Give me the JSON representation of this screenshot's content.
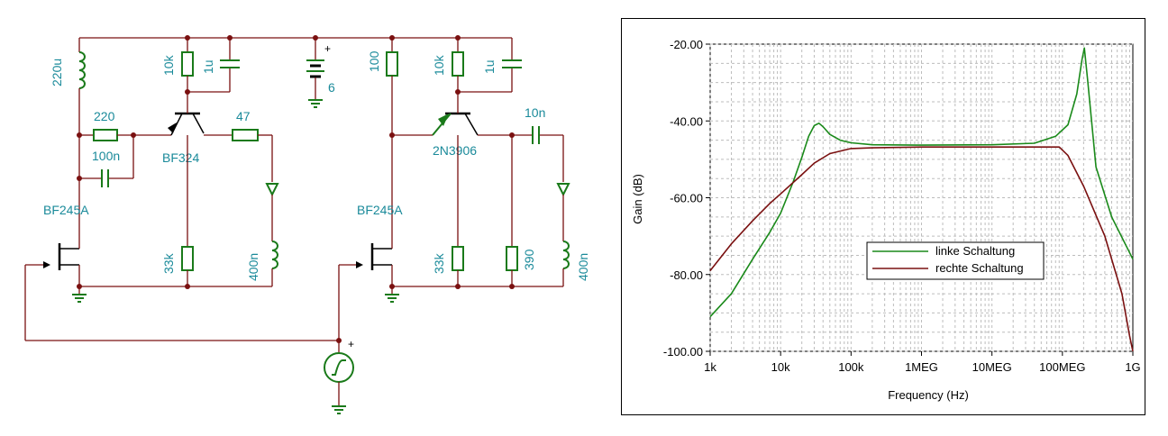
{
  "schematic": {
    "left_circuit": {
      "inductor_top": "220u",
      "resistor_collector": "10k",
      "capacitor_collector": "1u",
      "resistor_base": "220",
      "capacitor_base": "100n",
      "transistor_bjt": "BF324",
      "resistor_emitter_out": "47",
      "resistor_bias": "33k",
      "inductor_out": "400n",
      "transistor_jfet": "BF245A"
    },
    "right_circuit": {
      "resistor_drain": "100",
      "resistor_collector": "10k",
      "capacitor_collector": "1u",
      "transistor_bjt": "2N3906",
      "capacitor_coupling": "10n",
      "resistor_bias": "33k",
      "resistor_load": "390",
      "inductor_out": "400n",
      "transistor_jfet": "BF245A"
    },
    "battery_value": "6",
    "battery_plus": "+",
    "source_plus": "+"
  },
  "chart_data": {
    "type": "line",
    "xlabel": "Frequency (Hz)",
    "ylabel": "Gain (dB)",
    "x_scale": "log",
    "xlim": [
      1000,
      1000000000
    ],
    "ylim": [
      -100,
      -20
    ],
    "x_ticks": [
      {
        "value": 1000,
        "label": "1k"
      },
      {
        "value": 10000,
        "label": "10k"
      },
      {
        "value": 100000,
        "label": "100k"
      },
      {
        "value": 1000000,
        "label": "1MEG"
      },
      {
        "value": 10000000,
        "label": "10MEG"
      },
      {
        "value": 100000000,
        "label": "100MEG"
      },
      {
        "value": 1000000000,
        "label": "1G"
      }
    ],
    "y_ticks": [
      {
        "value": -20,
        "label": "-20.00"
      },
      {
        "value": -40,
        "label": "-40.00"
      },
      {
        "value": -60,
        "label": "-60.00"
      },
      {
        "value": -80,
        "label": "-80.00"
      },
      {
        "value": -100,
        "label": "-100.00"
      }
    ],
    "grid": true,
    "legend_position": "center-right",
    "series": [
      {
        "name": "linke Schaltung",
        "color": "#1a8a1a",
        "x": [
          1000,
          2000,
          4000,
          7000,
          10000,
          15000,
          20000,
          25000,
          30000,
          35000,
          40000,
          50000,
          70000,
          100000,
          200000,
          1000000,
          10000000,
          40000000,
          80000000,
          120000000,
          160000000,
          190000000,
          205000000,
          230000000,
          300000000,
          500000000,
          1000000000
        ],
        "y": [
          -91,
          -85,
          -76,
          -69,
          -64,
          -56,
          -49.5,
          -44,
          -41.2,
          -40.6,
          -41.5,
          -43.5,
          -45,
          -45.7,
          -46.2,
          -46.3,
          -46.2,
          -45.8,
          -44,
          -41,
          -33,
          -24,
          -21,
          -30,
          -52,
          -65,
          -76
        ]
      },
      {
        "name": "rechte Schaltung",
        "color": "#7a1010",
        "x": [
          1000,
          2000,
          4000,
          7000,
          10000,
          20000,
          30000,
          50000,
          100000,
          200000,
          1000000,
          10000000,
          50000000,
          90000000,
          120000000,
          200000000,
          400000000,
          700000000,
          900000000,
          1000000000
        ],
        "y": [
          -79,
          -72,
          -66,
          -61.5,
          -59,
          -54,
          -51,
          -48.5,
          -47.2,
          -47,
          -46.8,
          -46.8,
          -46.8,
          -46.8,
          -49,
          -57,
          -70,
          -85,
          -96,
          -100
        ]
      }
    ]
  }
}
